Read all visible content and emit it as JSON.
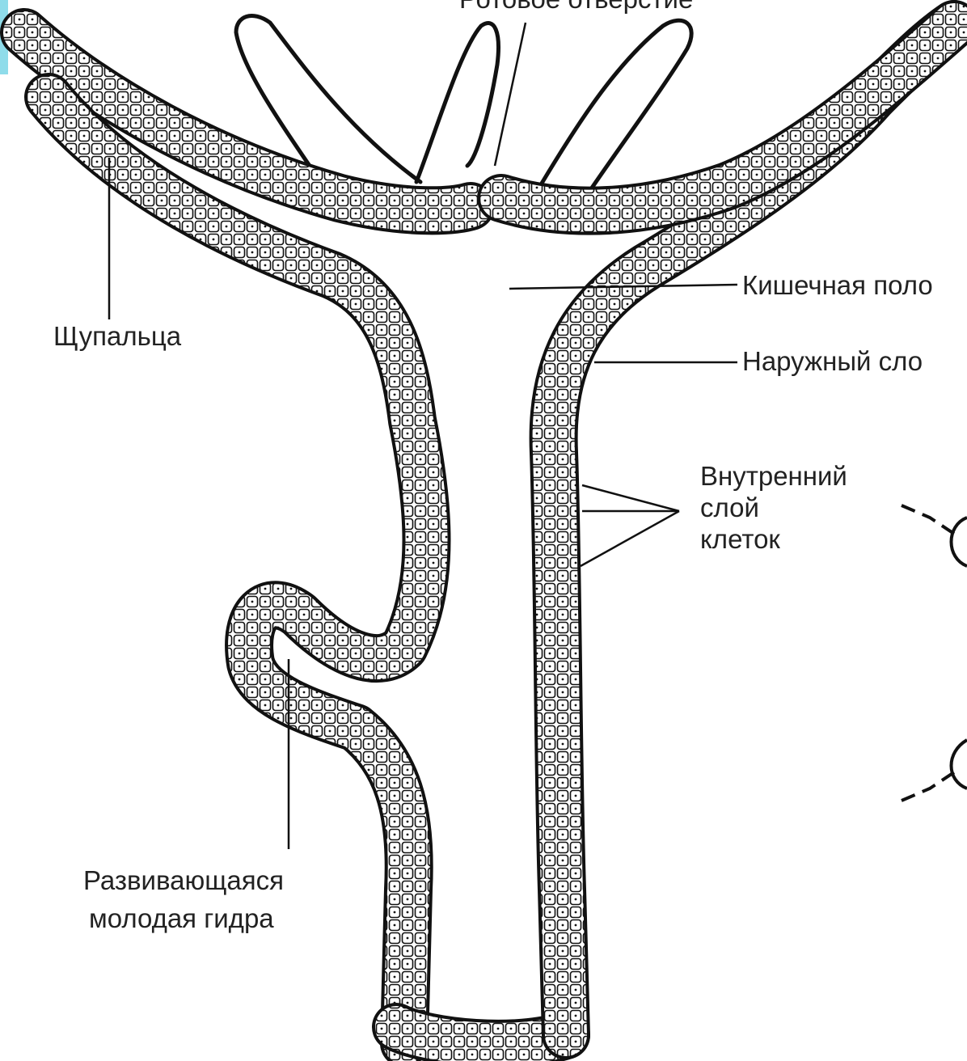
{
  "figure": {
    "labels": {
      "mouth": "Ротовое отверстие",
      "tentacles": "Щупальца",
      "gut_cavity": "Кишечная поло",
      "outer_layer": "Наружный сло",
      "inner_layer_1": "Внутренний",
      "inner_layer_2": "слой",
      "inner_layer_3": "клеток",
      "bud_1": "Развивающаяся",
      "bud_2": "молодая гидра"
    }
  },
  "colors": {
    "ink": "#111111",
    "label": "#222222",
    "background": "#ffffff",
    "accent": "#8fdcea"
  }
}
